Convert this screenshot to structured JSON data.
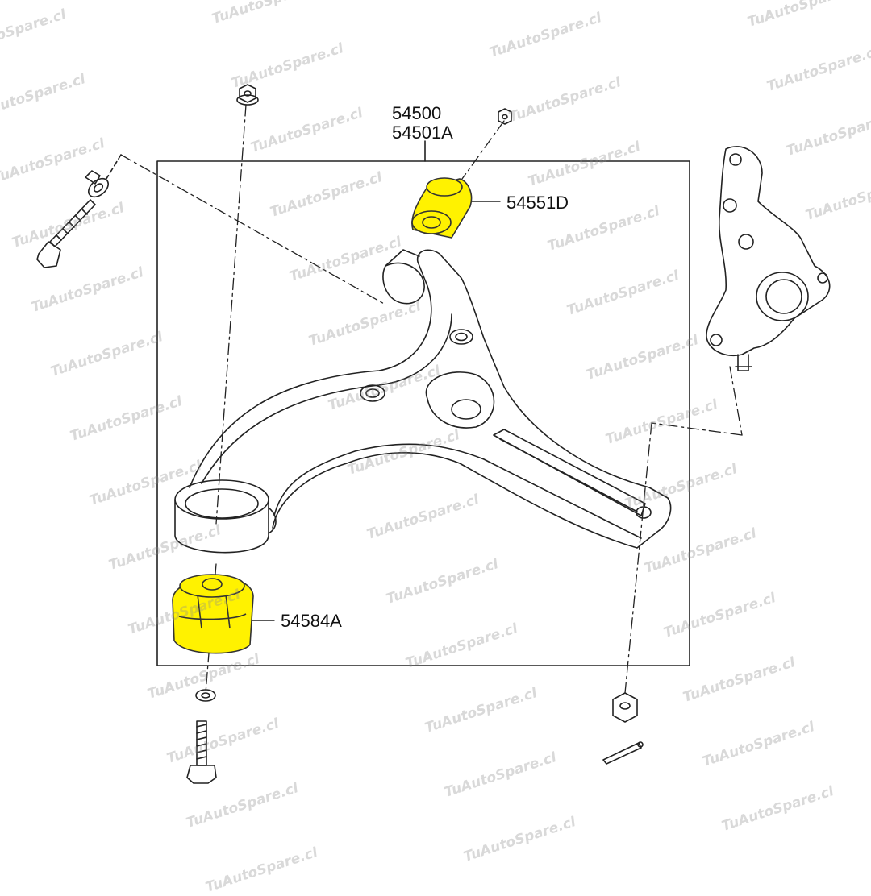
{
  "labels": {
    "assembly_main": "54500",
    "assembly_alt": "54501A",
    "upper_bushing": "54551D",
    "lower_bushing": "54584A"
  },
  "watermark": {
    "text": "TuAutoSpare.cl"
  },
  "colors": {
    "highlight": "#FFF200",
    "line": "#222222",
    "watermark": "#8c8c8c"
  }
}
